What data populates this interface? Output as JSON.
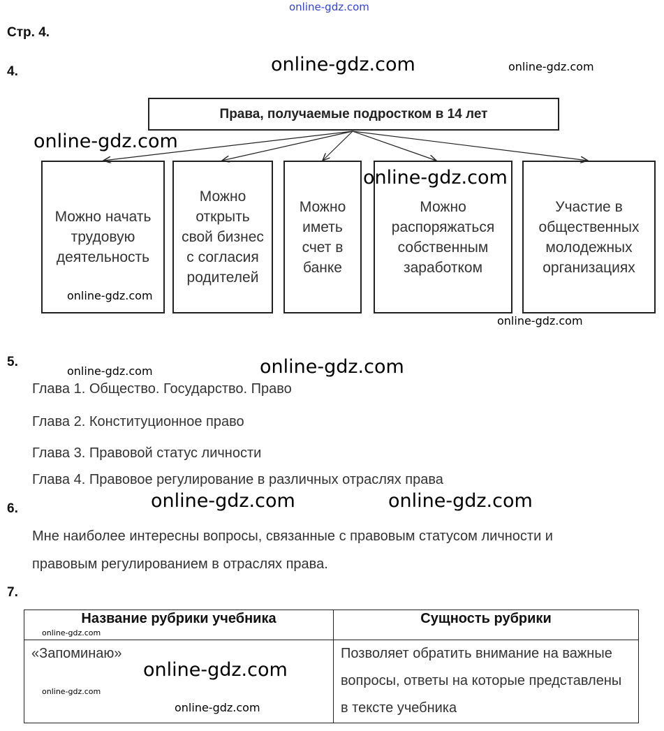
{
  "watermark": "online-gdz.com",
  "page_label": "Стр. 4.",
  "task4": {
    "number": "4.",
    "title": "Права, получаемые подростком в 14 лет",
    "boxes": [
      "Можно начать трудовую деятельность",
      "Можно открыть свой бизнес с согласия родителей",
      "Можно иметь счет в банке",
      "Можно распоряжаться собственным заработком",
      "Участие в общественных молодежных организациях"
    ]
  },
  "task5": {
    "number": "5.",
    "chapters": [
      "Глава 1. Общество. Государство. Право",
      "Глава 2. Конституционное право",
      "Глава 3. Правовой статус личности",
      "Глава 4. Правовое регулирование в различных отраслях права"
    ]
  },
  "task6": {
    "number": "6.",
    "lines": [
      "Мне наиболее интересны вопросы, связанные с правовым статусом личности и",
      "правовым регулированием в отраслях права."
    ]
  },
  "task7": {
    "number": "7.",
    "headers": [
      "Название рубрики учебника",
      "Сущность рубрики"
    ],
    "rows": [
      [
        "«Запоминаю»",
        "Позволяет обратить внимание на важные вопросы, ответы на которые представлены в тексте учебника"
      ]
    ]
  }
}
